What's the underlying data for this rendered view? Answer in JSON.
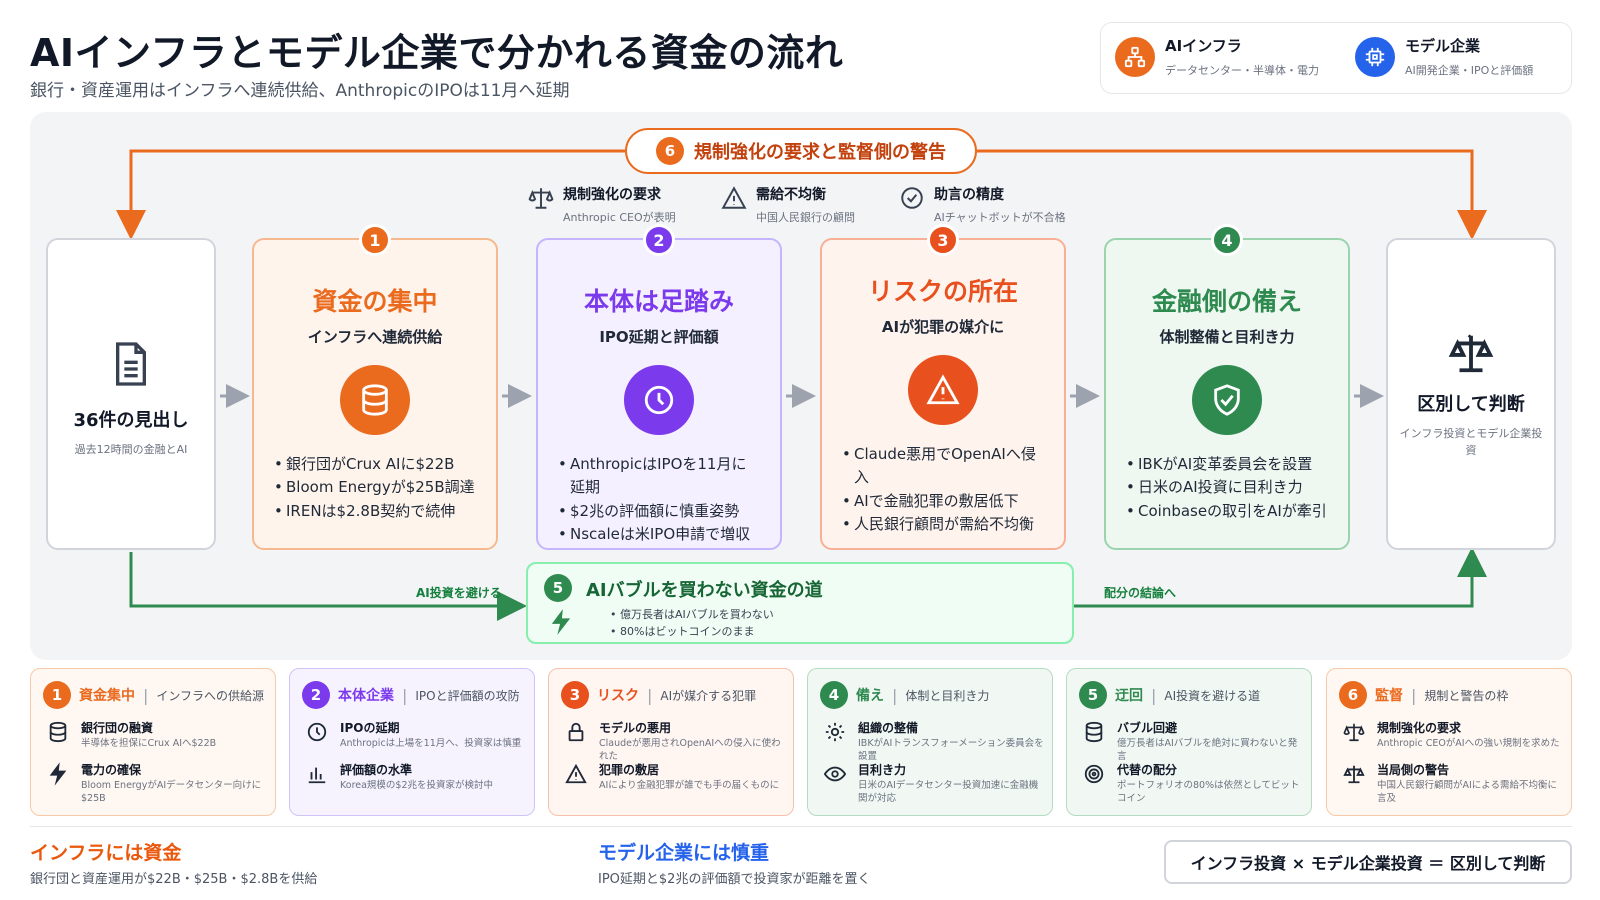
{
  "header": {
    "title": "AIインフラとモデル企業で分かれる資金の流れ",
    "subtitle": "銀行・資産運用はインフラへ連続供給、AnthropicのIPOは11月へ延期"
  },
  "legend": [
    {
      "title": "AIインフラ",
      "sub": "データセンター・半導体・電力",
      "icon": "network-icon",
      "color": "#ea6a1e"
    },
    {
      "title": "モデル企業",
      "sub": "AI開発企業・IPOと評価額",
      "icon": "chip-icon",
      "color": "#2563eb"
    }
  ],
  "top_pill": {
    "num": "6",
    "label": "規制強化の要求と監督側の警告"
  },
  "warnings": [
    {
      "title": "規制強化の要求",
      "sub": "Anthropic CEOが表明",
      "icon": "scale-icon"
    },
    {
      "title": "需給不均衡",
      "sub": "中国人民銀行の顧問",
      "icon": "warning-icon"
    },
    {
      "title": "助言の精度",
      "sub": "AIチャットボットが不合格",
      "icon": "check-circle-icon"
    }
  ],
  "left_card": {
    "title": "36件の見出し",
    "sub": "過去12時間の金融とAI",
    "icon": "document-icon"
  },
  "right_card": {
    "title": "区別して判断",
    "sub": "インフラ投資とモデル企業投資",
    "icon": "balance-icon"
  },
  "steps": [
    {
      "num": "1",
      "title": "資金の集中",
      "sub": "インフラへ連続供給",
      "icon": "database-icon",
      "color": "#ea6a1e",
      "bg": "#fff4ec",
      "border": "#f6b98f",
      "bullets": [
        "銀行団がCrux AIに$22B",
        "Bloom Energyが$25B調達",
        "IRENは$2.8B契約で続伸"
      ]
    },
    {
      "num": "2",
      "title": "本体は足踏み",
      "sub": "IPO延期と評価額",
      "icon": "clock-icon",
      "color": "#7c3aed",
      "bg": "#f5f0ff",
      "border": "#c4b5fd",
      "bullets": [
        "AnthropicはIPOを11月に延期",
        "$2兆の評価額に慎重姿勢",
        "Nscaleは米IPO申請で増収"
      ]
    },
    {
      "num": "3",
      "title": "リスクの所在",
      "sub": "AIが犯罪の媒介に",
      "icon": "alert-icon",
      "color": "#e8501e",
      "bg": "#fff3ee",
      "border": "#f7b096",
      "bullets": [
        "Claude悪用でOpenAIへ侵入",
        "AIで金融犯罪の敷居低下",
        "人民銀行顧問が需給不均衡"
      ]
    },
    {
      "num": "4",
      "title": "金融側の備え",
      "sub": "体制整備と目利き力",
      "icon": "shield-icon",
      "color": "#2f8a4f",
      "bg": "#eef8f1",
      "border": "#9bd3ad",
      "bullets": [
        "IBKがAI変革委員会を設置",
        "日米のAI投資に目利き力",
        "Coinbaseの取引をAIが牽引"
      ]
    }
  ],
  "bubble": {
    "num": "5",
    "title": "AIバブルを買わない資金の道",
    "bullets": [
      "億万長者はAIバブルを買わない",
      "80%はビットコインのまま"
    ],
    "left_label": "AI投資を避ける",
    "right_label": "配分の結論へ"
  },
  "bottom_cards": [
    {
      "num": "1",
      "title": "資金集中",
      "sub": "インフラへの供給源",
      "color": "#ea6a1e",
      "bg": "#fff7f1",
      "border": "#f6c9a8",
      "items": [
        {
          "title": "銀行団の融資",
          "sub": "半導体を担保にCrux AIへ$22B",
          "icon": "database-icon"
        },
        {
          "title": "電力の確保",
          "sub": "Bloom EnergyがAIデータセンター向けに$25B",
          "icon": "bolt-icon"
        }
      ]
    },
    {
      "num": "2",
      "title": "本体企業",
      "sub": "IPOと評価額の攻防",
      "color": "#7c3aed",
      "bg": "#f6f3ff",
      "border": "#cfc3f7",
      "items": [
        {
          "title": "IPOの延期",
          "sub": "Anthropicは上場を11月へ、投資家は慎重",
          "icon": "clock-icon"
        },
        {
          "title": "評価額の水準",
          "sub": "Korea規模の$2兆を投資家が検討中",
          "icon": "bar-chart-icon"
        }
      ]
    },
    {
      "num": "3",
      "title": "リスク",
      "sub": "AIが媒介する犯罪",
      "color": "#e8501e",
      "bg": "#fff5f1",
      "border": "#f6c2ad",
      "items": [
        {
          "title": "モデルの悪用",
          "sub": "Claudeが悪用されOpenAIへの侵入に使われた",
          "icon": "lock-icon"
        },
        {
          "title": "犯罪の敷居",
          "sub": "AIにより金融犯罪が誰でも手の届くものに",
          "icon": "warning-icon"
        }
      ]
    },
    {
      "num": "4",
      "title": "備え",
      "sub": "体制と目利き力",
      "color": "#2f8a4f",
      "bg": "#f1f8f3",
      "border": "#b4dcc1",
      "items": [
        {
          "title": "組織の整備",
          "sub": "IBKがAIトランスフォーメーション委員会を設置",
          "icon": "gear-icon"
        },
        {
          "title": "目利き力",
          "sub": "日米のAIデータセンター投資加速に金融機関が対応",
          "icon": "eye-icon"
        }
      ]
    },
    {
      "num": "5",
      "title": "迂回",
      "sub": "AI投資を避ける道",
      "color": "#2f8a4f",
      "bg": "#f1f8f3",
      "border": "#b4dcc1",
      "items": [
        {
          "title": "バブル回避",
          "sub": "億万長者はAIバブルを絶対に買わないと発言",
          "icon": "database-icon"
        },
        {
          "title": "代替の配分",
          "sub": "ポートフォリオの80%は依然としてビットコイン",
          "icon": "target-icon"
        }
      ]
    },
    {
      "num": "6",
      "title": "監督",
      "sub": "規制と警告の枠",
      "color": "#ea6a1e",
      "bg": "#fff7f1",
      "border": "#f6c9a8",
      "items": [
        {
          "title": "規制強化の要求",
          "sub": "Anthropic CEOがAIへの強い規制を求めた",
          "icon": "scale-icon"
        },
        {
          "title": "当局側の警告",
          "sub": "中国人民銀行顧問がAIによる需給不均衡に言及",
          "icon": "balance-icon"
        }
      ]
    }
  ],
  "footer": {
    "left_title": "インフラには資金",
    "left_sub": "銀行団と資産運用が$22B・$25B・$2.8Bを供給",
    "mid_title": "モデル企業には慎重",
    "mid_sub": "IPO延期と$2兆の評価額で投資家が距離を置く",
    "formula": "インフラ投資 × モデル企業投資 ＝ 区別して判断"
  }
}
